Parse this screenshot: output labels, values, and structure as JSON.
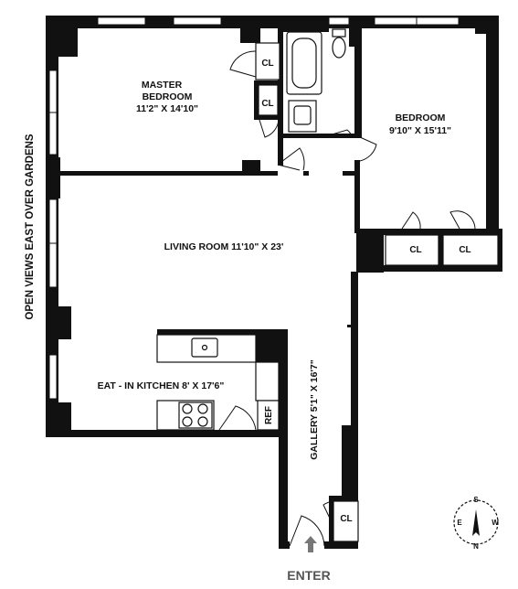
{
  "side_caption": "OPEN  VIEWS EAST OVER GARDENS",
  "rooms": {
    "master_bedroom": {
      "name_line1": "MASTER",
      "name_line2": "BEDROOM",
      "dims": "11'2\" X 14'10\""
    },
    "bedroom": {
      "name": "BEDROOM",
      "dims": "9'10\" X 15'11\""
    },
    "living_room": {
      "label": "LIVING ROOM 11'10\" X 23'"
    },
    "kitchen": {
      "label": "EAT - IN KITCHEN 8' X 17'6\""
    },
    "gallery": {
      "label": "GALLERY 5'1\" X 16'7\""
    }
  },
  "closets": {
    "label": "CL"
  },
  "fridge": {
    "label": "REF"
  },
  "entry": {
    "label": "ENTER"
  },
  "compass": {
    "s": "S",
    "e": "E",
    "w": "W",
    "n": "N"
  }
}
